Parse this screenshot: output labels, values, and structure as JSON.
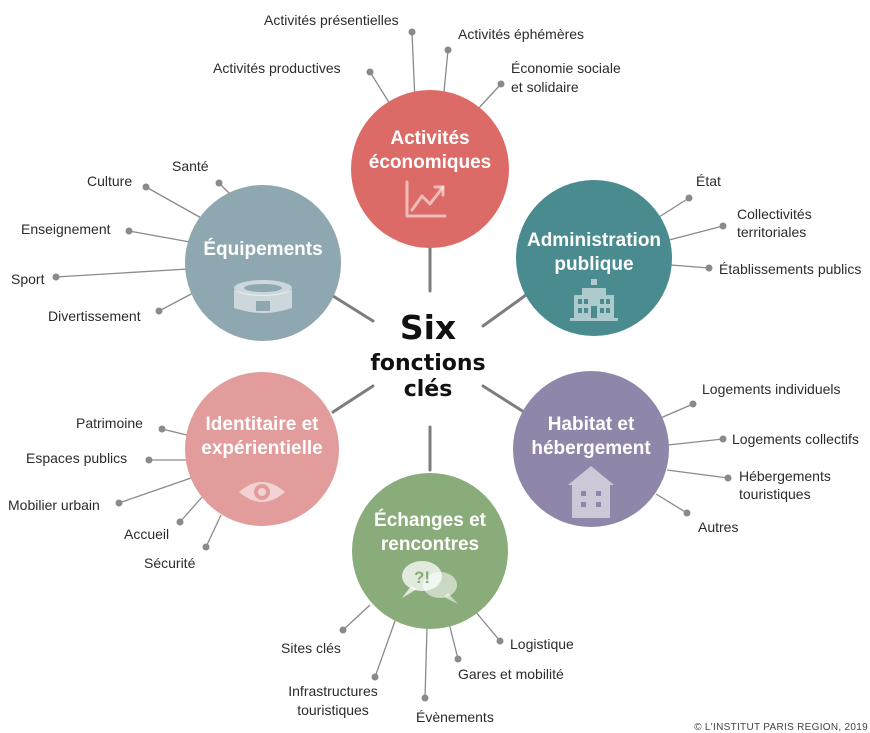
{
  "center": {
    "line1": "Six",
    "line2": "fonctions",
    "line3": "clés"
  },
  "colors": {
    "economie": "#dc6a66",
    "administration": "#4a8b90",
    "habitat": "#8f86a9",
    "echanges": "#8aac7b",
    "identitaire": "#e29c9b",
    "equipements": "#8fa7b1",
    "connector": "#7d7d7d"
  },
  "functions": {
    "economie": {
      "title_lines": [
        "Activités",
        "économiques"
      ],
      "icon": "growth-chart-icon",
      "items": {
        "presentielles": "Activités présentielles",
        "ephemeres": "Activités éphémères",
        "productives": "Activités productives",
        "sociale1": "Économie sociale",
        "sociale2": "et solidaire"
      }
    },
    "administration": {
      "title_lines": [
        "Administration",
        "publique"
      ],
      "icon": "public-building-icon",
      "items": {
        "etat": "État",
        "collectivites1": "Collectivités",
        "collectivites2": "territoriales",
        "etablissements": "Établissements publics"
      }
    },
    "habitat": {
      "title_lines": [
        "Habitat et",
        "hébergement"
      ],
      "icon": "house-icon",
      "items": {
        "individuels": "Logements individuels",
        "collectifs": "Logements collectifs",
        "hebergements1": "Hébergements",
        "hebergements2": "touristiques",
        "autres": "Autres"
      }
    },
    "echanges": {
      "title_lines": [
        "Échanges et",
        "rencontres"
      ],
      "icon": "speech-bubbles-icon",
      "icon_text": "?!",
      "items": {
        "logistique": "Logistique",
        "gares": "Gares et mobilité",
        "evenements": "Évènements",
        "infra1": "Infrastructures",
        "infra2": "touristiques",
        "sites": "Sites clés"
      }
    },
    "identitaire": {
      "title_lines": [
        "Identitaire et",
        "expérientielle"
      ],
      "icon": "eye-icon",
      "items": {
        "patrimoine": "Patrimoine",
        "espaces": "Espaces publics",
        "mobilier": "Mobilier urbain",
        "accueil": "Accueil",
        "securite": "Sécurité"
      }
    },
    "equipements": {
      "title_lines": [
        "Équipements"
      ],
      "icon": "stadium-icon",
      "items": {
        "sante": "Santé",
        "culture": "Culture",
        "enseignement": "Enseignement",
        "sport": "Sport",
        "divertissement": "Divertissement"
      }
    }
  },
  "credit": "© L'INSTITUT PARIS REGION, 2019"
}
